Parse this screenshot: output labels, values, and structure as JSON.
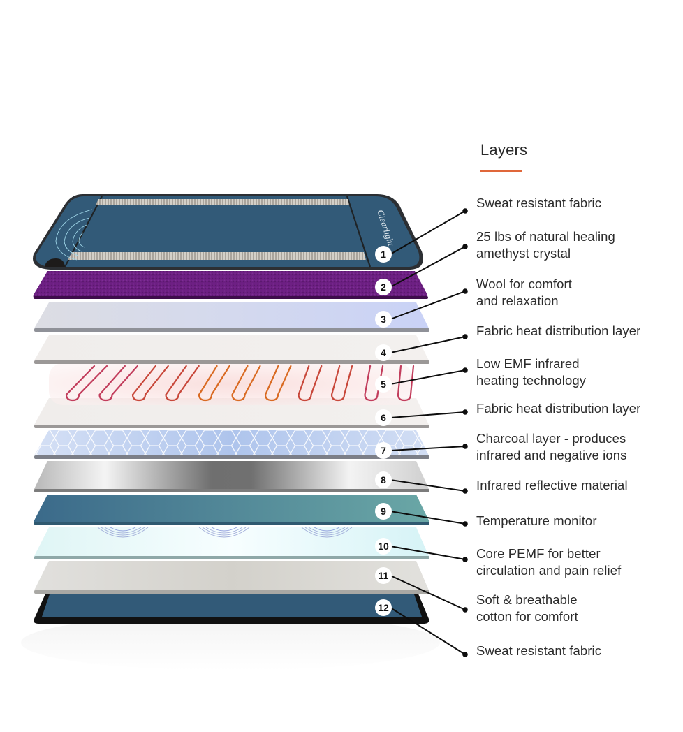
{
  "heading": {
    "title": "Layers",
    "underline_color": "#e0673a"
  },
  "brand": {
    "logo_text": "Clearlight"
  },
  "layers": [
    {
      "number": "1",
      "label": "Sweat resistant fabric",
      "material": "top-cover",
      "color": "#325a78"
    },
    {
      "number": "2",
      "label": "25 lbs of natural healing\namethyst crystal",
      "material": "amethyst",
      "color": "#6a1f80"
    },
    {
      "number": "3",
      "label": "Wool for comfort\nand relaxation",
      "material": "wool",
      "color": "#d6dcef"
    },
    {
      "number": "4",
      "label": "Fabric heat distribution layer",
      "material": "fabric",
      "color": "#f1eeec"
    },
    {
      "number": "5",
      "label": "Low EMF infrared\nheating technology",
      "material": "heating-coil",
      "color": "#d2413c"
    },
    {
      "number": "6",
      "label": "Fabric heat distribution layer",
      "material": "fabric",
      "color": "#f1eeec"
    },
    {
      "number": "7",
      "label": "Charcoal layer - produces\ninfrared and negative ions",
      "material": "charcoal-hex",
      "color": "#b9cdee"
    },
    {
      "number": "8",
      "label": "Infrared reflective material",
      "material": "reflective",
      "color": "#9a9a9a"
    },
    {
      "number": "9",
      "label": "Temperature monitor",
      "material": "temperature",
      "color": "#4f8a96"
    },
    {
      "number": "10",
      "label": "Core PEMF for better\ncirculation and pain relief",
      "material": "pemf",
      "color": "#e6f8fa"
    },
    {
      "number": "11",
      "label": "Soft & breathable\ncotton for comfort",
      "material": "cotton",
      "color": "#dcdad5"
    },
    {
      "number": "12",
      "label": "Sweat resistant fabric",
      "material": "bottom-cover",
      "color": "#325a78"
    }
  ]
}
